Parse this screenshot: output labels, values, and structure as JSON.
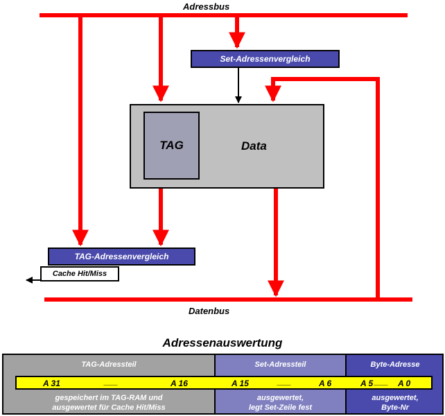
{
  "labels": {
    "adressbus": "Adressbus",
    "datenbus": "Datenbus",
    "set_vergleich": "Set-Adressenvergleich",
    "tag_vergleich": "TAG-Adressenvergleich",
    "cache_hit": "Cache Hit/Miss",
    "tag": "TAG",
    "data": "Data",
    "title": "Adressenauswertung"
  },
  "table": {
    "tag": {
      "head": "TAG-Adressteil",
      "desc1": "gespeichert im TAG-RAM und",
      "desc2": "ausgewertet für Cache Hit/Miss",
      "start": "A 31",
      "dash": "___",
      "end": "A 16"
    },
    "set": {
      "head": "Set-Adressteil",
      "desc1": "ausgewertet,",
      "desc2": "legt Set-Zeile fest",
      "start": "A 15",
      "dash": "___",
      "end": "A 6"
    },
    "byte": {
      "head": "Byte-Adresse",
      "desc1": "ausgewertet,",
      "desc2": "Byte-Nr",
      "start": "A 5",
      "dash": "___",
      "end": "A 0"
    }
  },
  "colors": {
    "bus": "#ff0000",
    "box_blue": "#4a4aad",
    "data_box": "#c0c0c0",
    "tag_box": "#a0a0b4",
    "bar": "#ffff00"
  }
}
